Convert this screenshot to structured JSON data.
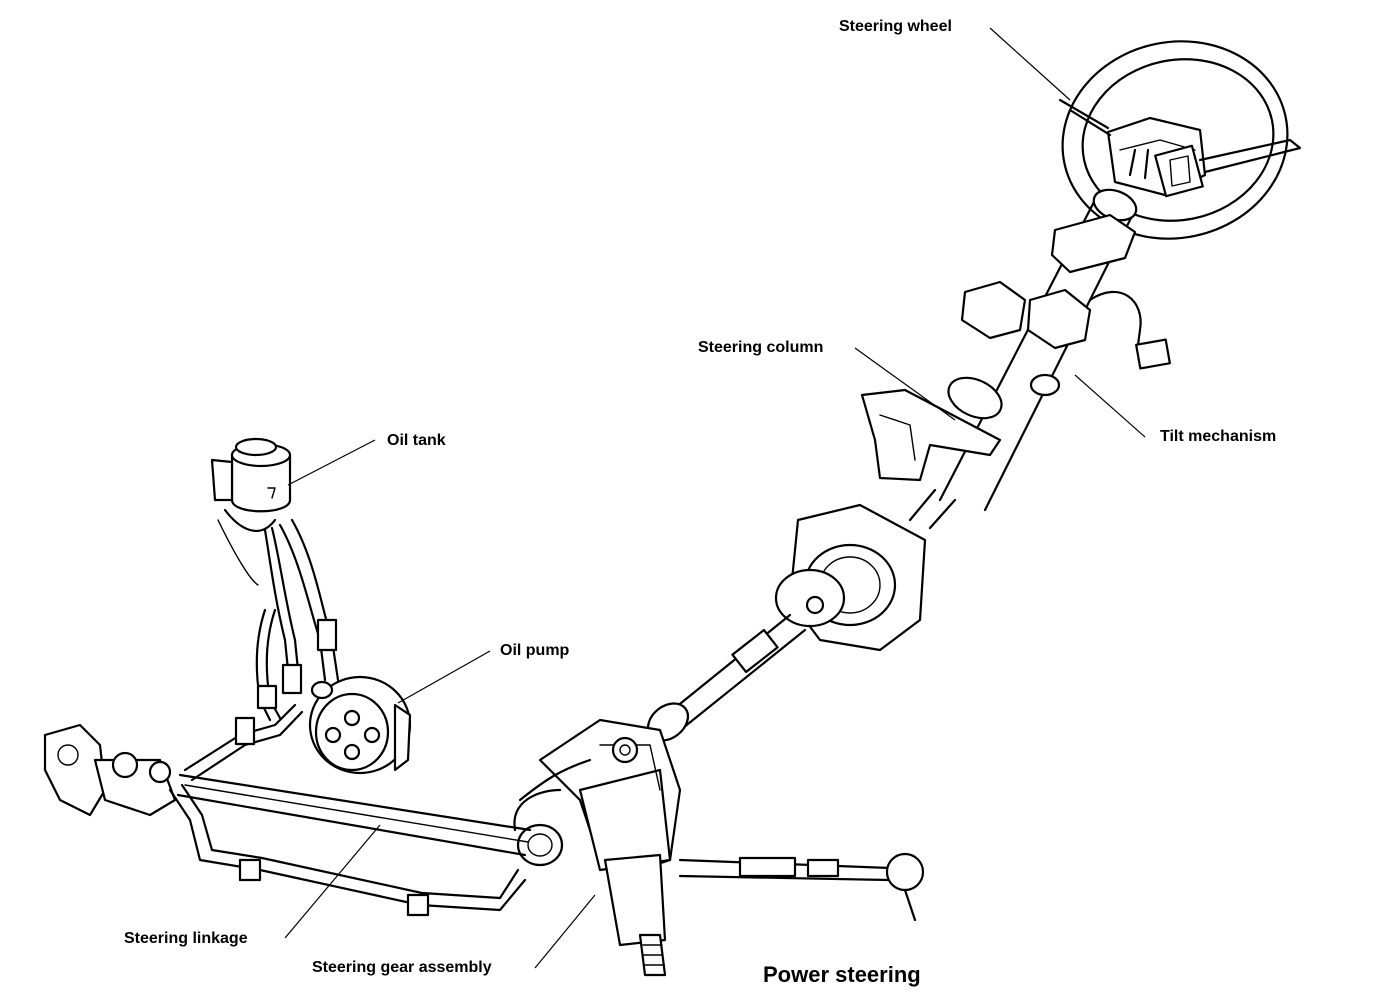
{
  "figure": {
    "title": "Power steering",
    "labels": {
      "steering_wheel": "Steering wheel",
      "steering_column": "Steering column",
      "tilt_mechanism": "Tilt mechanism",
      "oil_tank": "Oil tank",
      "oil_pump": "Oil pump",
      "steering_linkage": "Steering linkage",
      "steering_gear_assembly": "Steering gear assembly"
    }
  }
}
